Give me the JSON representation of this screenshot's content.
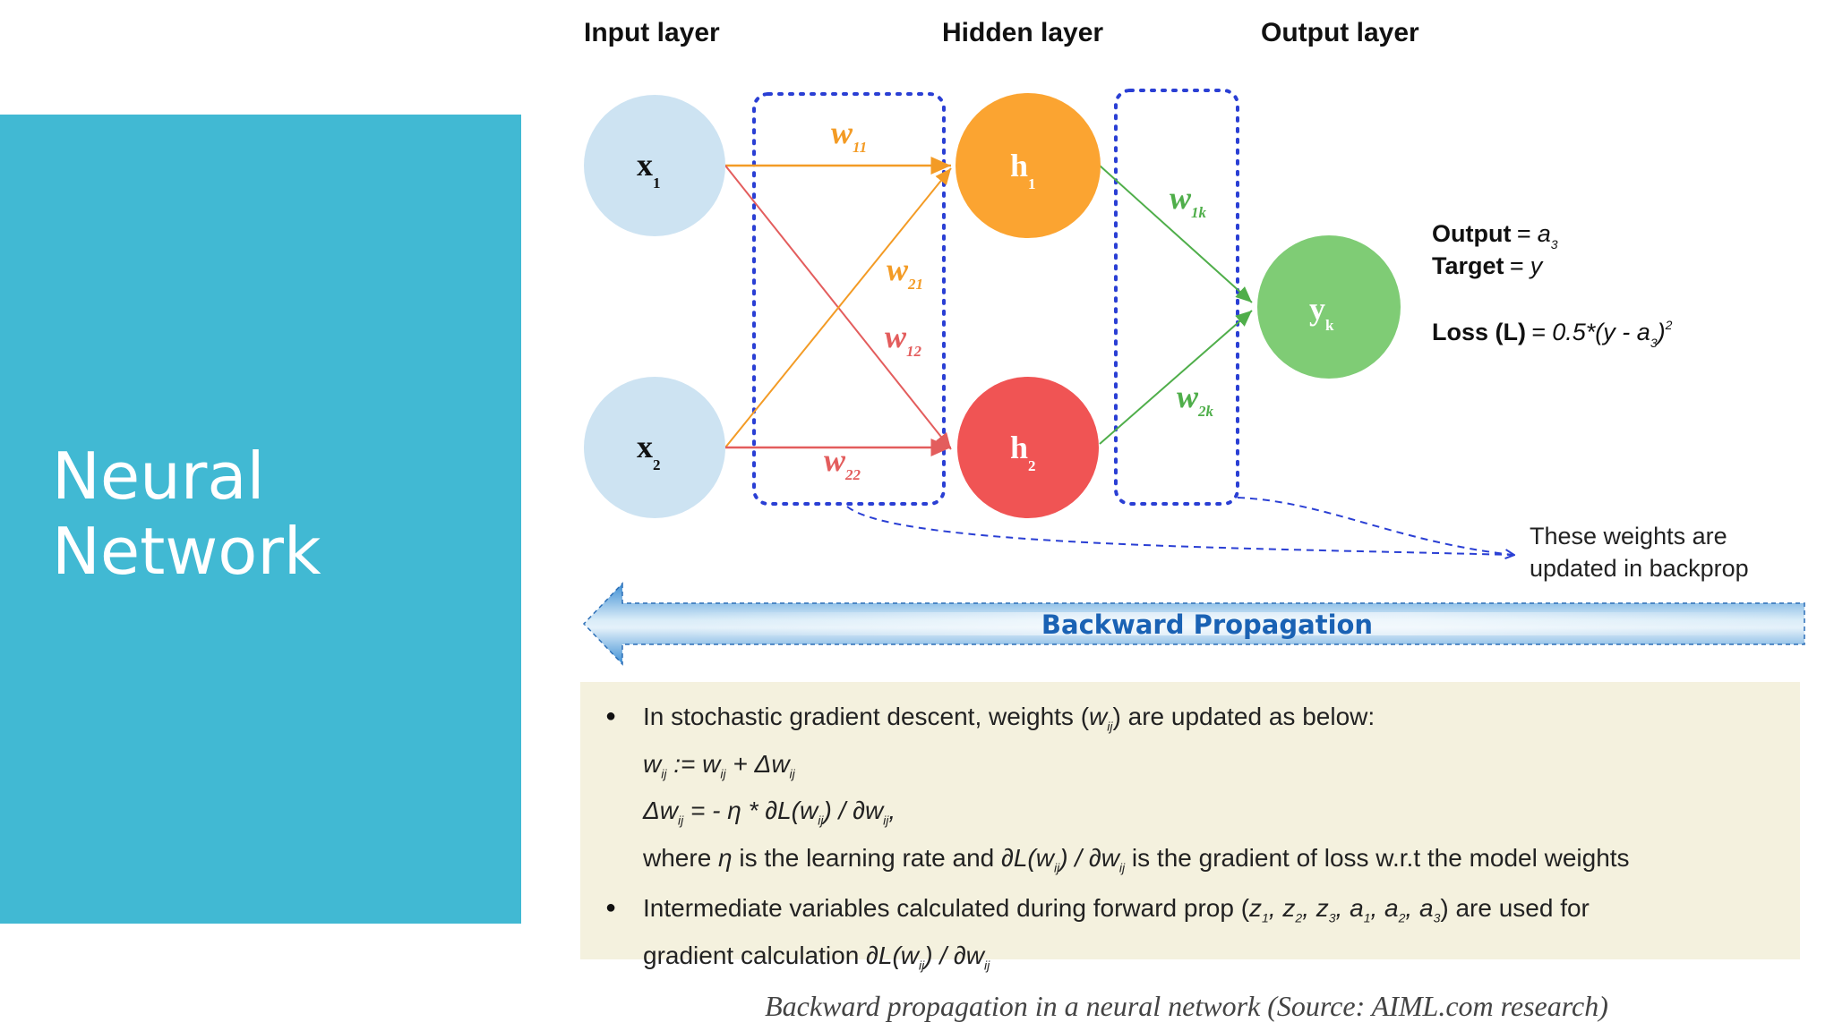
{
  "title": {
    "line1": "Neural",
    "line2": "Network"
  },
  "layers": {
    "input": "Input layer",
    "hidden": "Hidden layer",
    "output": "Output layer"
  },
  "nodes": {
    "x1": {
      "base": "x",
      "sub": "1"
    },
    "x2": {
      "base": "x",
      "sub": "2"
    },
    "h1": {
      "base": "h",
      "sub": "1"
    },
    "h2": {
      "base": "h",
      "sub": "2"
    },
    "yk": {
      "base": "y",
      "sub": "k"
    }
  },
  "weights": {
    "w11": {
      "base": "w",
      "sub": "11"
    },
    "w21": {
      "base": "w",
      "sub": "21"
    },
    "w12": {
      "base": "w",
      "sub": "12"
    },
    "w22": {
      "base": "w",
      "sub": "22"
    },
    "w1k": {
      "base": "w",
      "sub": "1k"
    },
    "w2k": {
      "base": "w",
      "sub": "2k"
    }
  },
  "equations": {
    "output_label": "Output",
    "output_rhs": "= a",
    "output_sub": "3",
    "target_label": "Target",
    "target_rhs": "= y",
    "loss_label": "Loss (L)",
    "loss_rhs_a": "= 0.5*(y - a",
    "loss_sub": "3",
    "loss_rhs_b": ")",
    "loss_sup": "2"
  },
  "note": {
    "line1": "These weights are",
    "line2": "updated in backprop"
  },
  "banner": {
    "label": "Backward Propagation"
  },
  "bullets": {
    "b1_prefix": "In stochastic gradient descent, weights (",
    "b1_w": "w",
    "b1_sub": "ij",
    "b1_suffix": ") are updated as below:",
    "eq1_lhs": "w",
    "eq1_lhs_sub": "ij",
    "eq1_op": " :=  w",
    "eq1_mid_sub": "ij",
    "eq1_rhs": "  + Δw",
    "eq1_rhs_sub": "ij",
    "eq2_lhs": "Δw",
    "eq2_lhs_sub": "ij",
    "eq2_mid": " = - η *  ∂L(w",
    "eq2_mid_sub": "ij",
    "eq2_rhs": ") / ∂w",
    "eq2_rhs_sub": "ij",
    "eq2_end": ",",
    "where_a": "where ",
    "where_eta": "η",
    "where_b": " is the learning rate and ",
    "where_grad": "∂L(w",
    "where_grad_sub": "ij",
    "where_grad_b": ") / ∂w",
    "where_grad_sub2": "ij",
    "where_c": " is the gradient of loss w.r.t the model weights",
    "b2_prefix": "Intermediate variables calculated during forward prop (",
    "b2_vars": [
      {
        "base": "z",
        "sub": "1"
      },
      {
        "base": "z",
        "sub": "2"
      },
      {
        "base": "z",
        "sub": "3"
      },
      {
        "base": "a",
        "sub": "1"
      },
      {
        "base": "a",
        "sub": "2"
      },
      {
        "base": "a",
        "sub": "3"
      }
    ],
    "b2_suffix": ") are used for",
    "b2_line2": "gradient calculation  ",
    "b2_grad": "∂L(w",
    "b2_grad_sub": "ij",
    "b2_grad_b": ") / ∂w",
    "b2_grad_sub2": "ij"
  },
  "caption": "Backward propagation in a neural network (Source: AIML.com research)",
  "colors": {
    "panel": "#41b9d3",
    "input_node": "#cde3f2",
    "hidden1": "#fba431",
    "hidden2": "#f05454",
    "output_node": "#7fcc75",
    "w_orange": "#f39b25",
    "w_red": "#e35d5d",
    "w_green": "#4fae4a",
    "dotted_box": "#2a3fd4",
    "banner": "#5fa5dd",
    "info_box": "#f4f1de"
  }
}
